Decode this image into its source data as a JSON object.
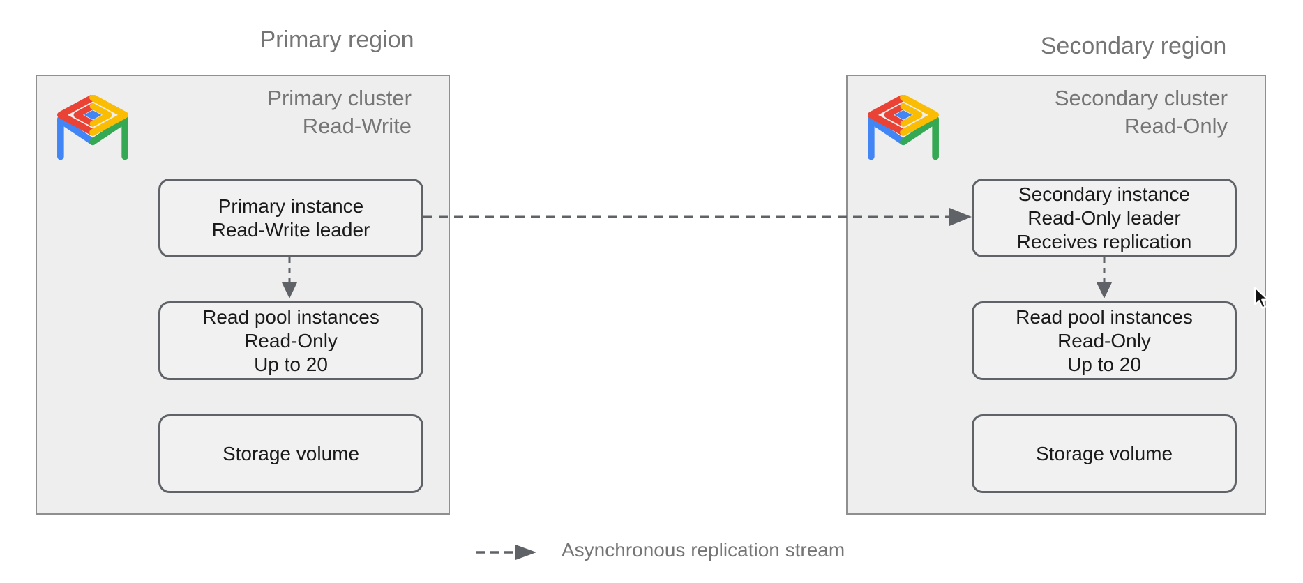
{
  "primary": {
    "region_label": "Primary region",
    "cluster_title": {
      "line1": "Primary cluster",
      "line2": "Read-Write"
    },
    "instance": {
      "line1": "Primary instance",
      "line2": "Read-Write leader"
    },
    "read_pool": {
      "line1": "Read pool instances",
      "line2": "Read-Only",
      "line3": "Up to 20"
    },
    "storage": {
      "label": "Storage volume"
    }
  },
  "secondary": {
    "region_label": "Secondary region",
    "cluster_title": {
      "line1": "Secondary cluster",
      "line2": "Read-Only"
    },
    "instance": {
      "line1": "Secondary instance",
      "line2": "Read-Only leader",
      "line3": "Receives replication"
    },
    "read_pool": {
      "line1": "Read pool instances",
      "line2": "Read-Only",
      "line3": "Up to 20"
    },
    "storage": {
      "label": "Storage volume"
    }
  },
  "legend": {
    "label": "Asynchronous replication stream"
  },
  "icons": {
    "cluster_logo": "alloydb-icon",
    "replication_arrow": "dashed-arrow-right-icon",
    "down_arrow": "dashed-arrow-down-icon",
    "cursor": "mouse-pointer-icon"
  },
  "colors": {
    "background": "#ffffff",
    "cluster_fill": "#eeeeee",
    "cluster_border": "#8f8f8f",
    "node_fill": "#f1f1f1",
    "node_border": "#5f6368",
    "arrow": "#5f6368",
    "muted_text": "#757575",
    "node_text": "#1a1a1a",
    "logo_blue": "#4285f4",
    "logo_red": "#ea4335",
    "logo_yellow": "#fbbc04",
    "logo_green": "#34a853"
  }
}
